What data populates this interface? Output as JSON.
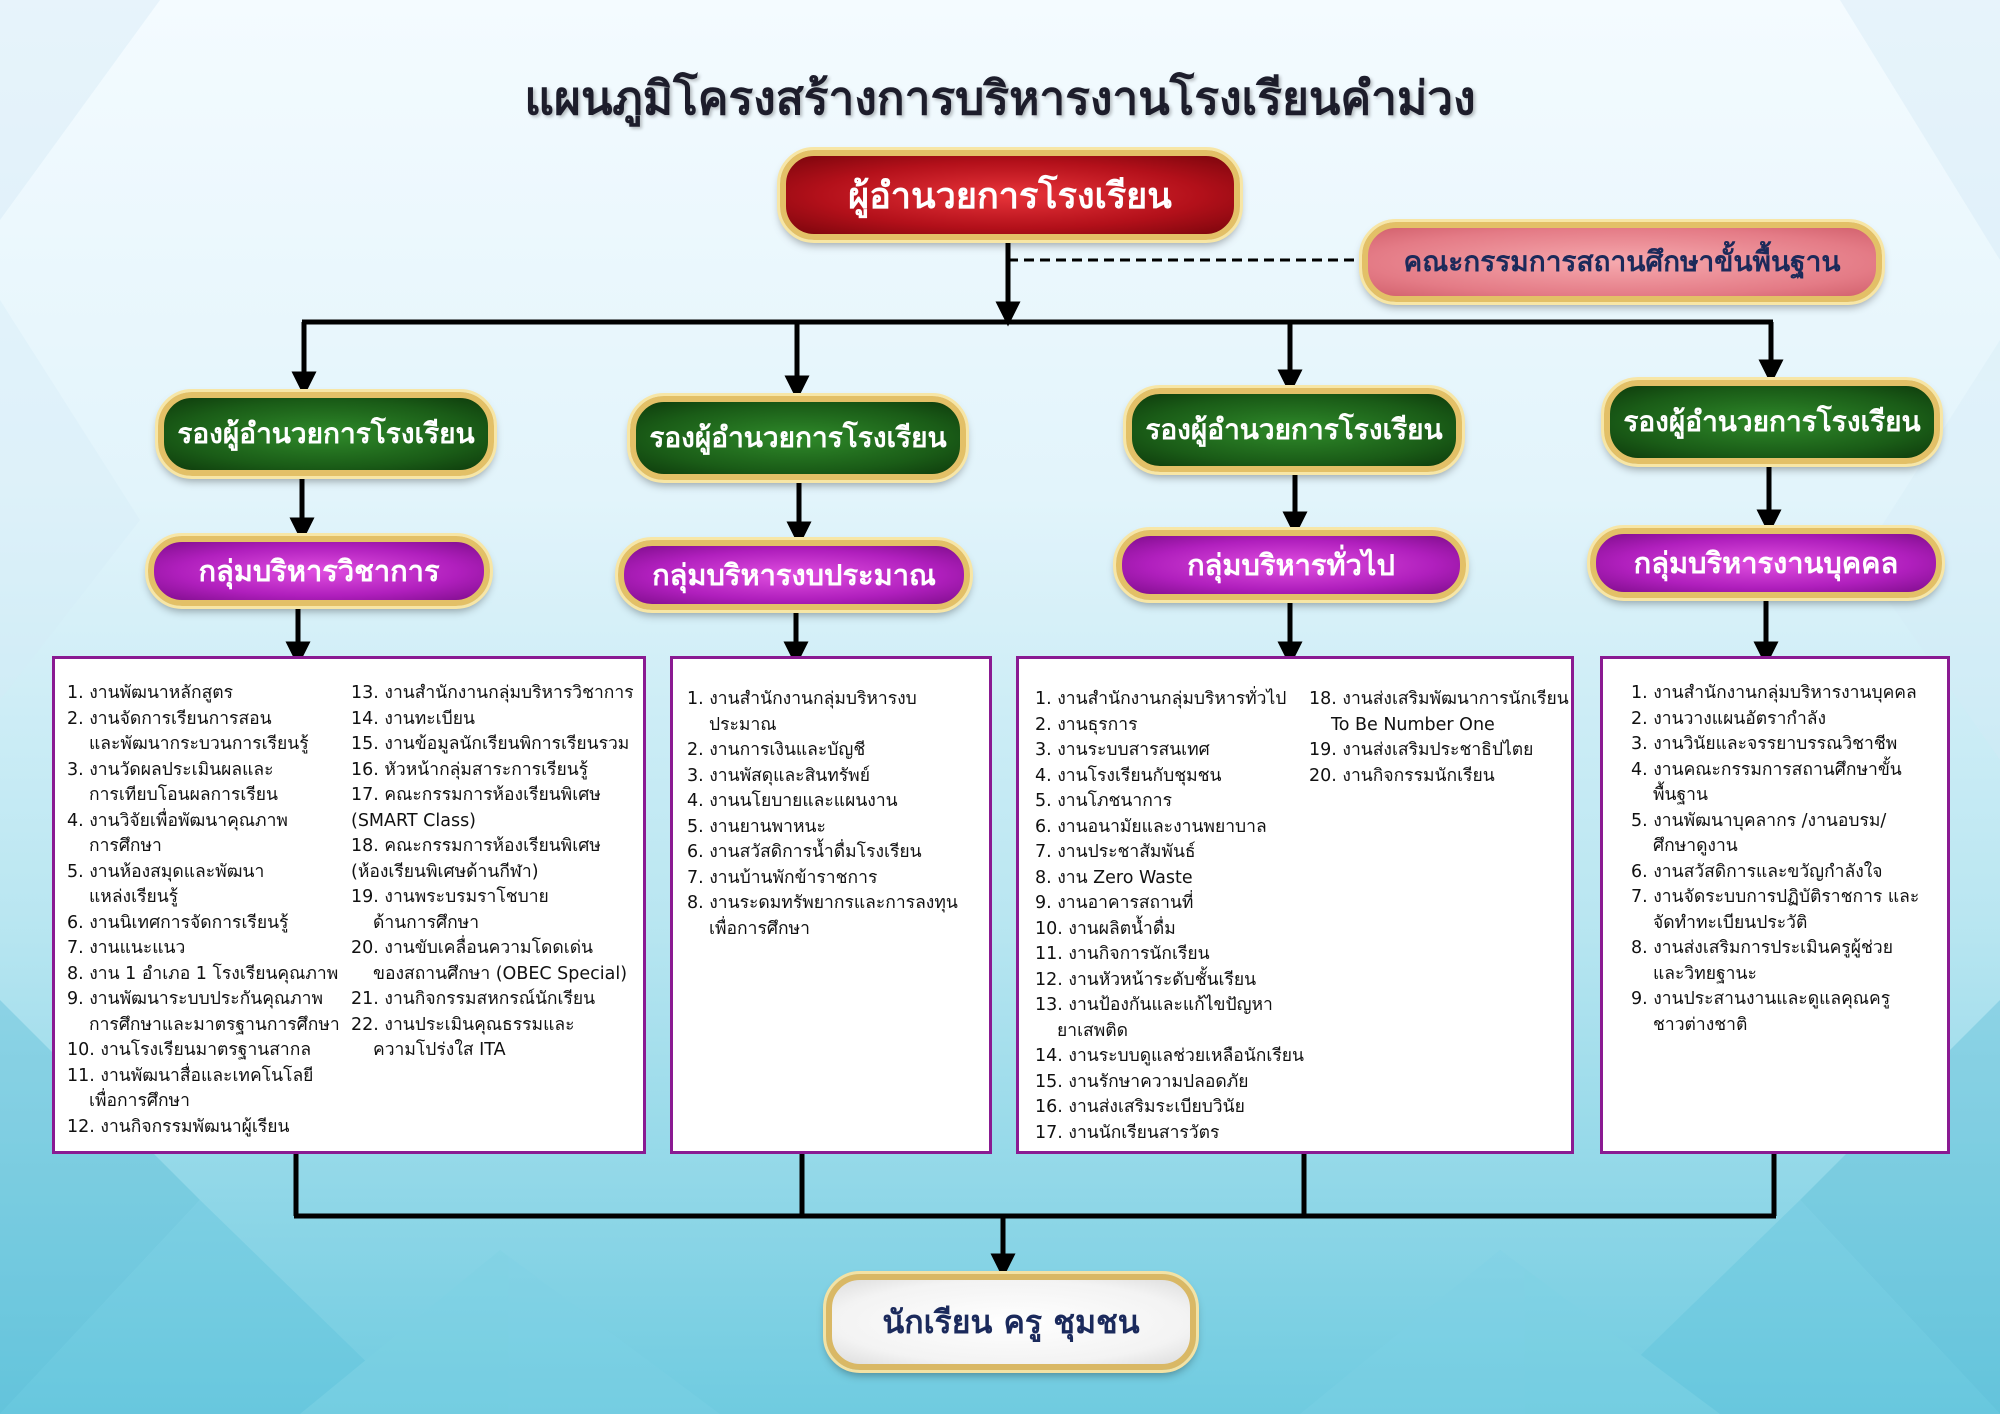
{
  "title": "แผนภูมิโครงสร้างการบริหารงานโรงเรียนคำม่วง",
  "director": "ผู้อำนวยการโรงเรียน",
  "committee": "คณะกรรมการสถานศึกษาขั้นพื้นฐาน",
  "deputies": [
    "รองผู้อำนวยการโรงเรียน",
    "รองผู้อำนวยการโรงเรียน",
    "รองผู้อำนวยการโรงเรียน",
    "รองผู้อำนวยการโรงเรียน"
  ],
  "groups": [
    "กลุ่มบริหารวิชาการ",
    "กลุ่มบริหารงบประมาณ",
    "กลุ่มบริหารทั่วไป",
    "กลุ่มบริหารงานบุคคล"
  ],
  "academic_col1": [
    "1. งานพัฒนาหลักสูตร",
    "2. งานจัดการเรียนการสอน",
    "และพัฒนากระบวนการเรียนรู้",
    "3. งานวัดผลประเมินผลและ",
    "การเทียบโอนผลการเรียน",
    "4. งานวิจัยเพื่อพัฒนาคุณภาพ",
    "การศึกษา",
    "5. งานห้องสมุดและพัฒนา",
    "แหล่งเรียนรู้",
    "6. งานนิเทศการจัดการเรียนรู้",
    "7. งานแนะแนว",
    "8. งาน 1 อำเภอ 1 โรงเรียนคุณภาพ",
    "9. งานพัฒนาระบบประกันคุณภาพ",
    "การศึกษาและมาตรฐานการศึกษา",
    "10. งานโรงเรียนมาตรฐานสากล",
    "11. งานพัฒนาสื่อและเทคโนโลยี",
    "เพื่อการศึกษา",
    "12. งานกิจกรรมพัฒนาผู้เรียน"
  ],
  "academic_col2": [
    "13. งานสำนักงานกลุ่มบริหารวิชาการ",
    "14. งานทะเบียน",
    "15. งานข้อมูลนักเรียนพิการเรียนรวม",
    "16. หัวหน้ากลุ่มสาระการเรียนรู้",
    "17. คณะกรรมการห้องเรียนพิเศษ",
    "(SMART Class)",
    "18. คณะกรรมการห้องเรียนพิเศษ",
    "(ห้องเรียนพิเศษด้านกีฬา)",
    "19. งานพระบรมราโชบาย",
    "ด้านการศึกษา",
    "20. งานขับเคลื่อนความโดดเด่น",
    "ของสถานศึกษา (OBEC Special)",
    "21. งานกิจกรรมสหกรณ์นักเรียน",
    "22. งานประเมินคุณธรรมและ",
    "ความโปร่งใส ITA"
  ],
  "budget": [
    "1. งานสำนักงานกลุ่มบริหารงบ",
    "ประมาณ",
    "2. งานการเงินและบัญชี",
    "3. งานพัสดุและสินทรัพย์",
    "4. งานนโยบายและแผนงาน",
    "5. งานยานพาหนะ",
    "6. งานสวัสดิการน้ำดื่มโรงเรียน",
    "7. งานบ้านพักข้าราชการ",
    "8. งานระดมทรัพยากรและการลงทุน",
    "เพื่อการศึกษา"
  ],
  "general_col1": [
    "1. งานสำนักงานกลุ่มบริหารทั่วไป",
    "2. งานธุรการ",
    "3. งานระบบสารสนเทศ",
    "4. งานโรงเรียนกับชุมชน",
    "5. งานโภชนาการ",
    "6. งานอนามัยและงานพยาบาล",
    "7. งานประชาสัมพันธ์",
    "8. งาน Zero Waste",
    "9. งานอาคารสถานที่",
    "10. งานผลิตน้ำดื่ม",
    "11. งานกิจการนักเรียน",
    "12. งานหัวหน้าระดับชั้นเรียน",
    "13. งานป้องกันและแก้ไขปัญหา",
    "ยาเสพติด",
    "14. งานระบบดูแลช่วยเหลือนักเรียน",
    "15. งานรักษาความปลอดภัย",
    "16. งานส่งเสริมระเบียบวินัย",
    "17. งานนักเรียนสารวัตร"
  ],
  "general_col2": [
    "18. งานส่งเสริมพัฒนาการนักเรียน",
    "To Be Number One",
    "19. งานส่งเสริมประชาธิปไตย",
    "20. งานกิจกรรมนักเรียน"
  ],
  "personnel": [
    "1. งานสำนักงานกลุ่มบริหารงานบุคคล",
    "2. งานวางแผนอัตรากำลัง",
    "3. งานวินัยและจรรยาบรรณวิชาชีพ",
    "4. งานคณะกรรมการสถานศึกษาขั้น",
    "พื้นฐาน",
    "5. งานพัฒนาบุคลากร /งานอบรม/",
    "ศึกษาดูงาน",
    "6. งานสวัสดิการและขวัญกำลังใจ",
    "7. งานจัดระบบการปฏิบัติราชการ และ",
    "จัดทำทะเบียนประวัติ",
    "8. งานส่งเสริมการประเมินครูผู้ช่วย",
    "และวิทยฐานะ",
    "9. งานประสานงานและดูแลคุณครู",
    "ชาวต่างชาติ"
  ],
  "bottom": "นักเรียน ครู ชุมชน",
  "colors": {
    "director": "#b3101a",
    "committee": "#e47b86",
    "deputy": "#1a5c17",
    "group": "#b01fbd",
    "box_border": "#8a1a92",
    "frame_gold": "#e3c067"
  }
}
